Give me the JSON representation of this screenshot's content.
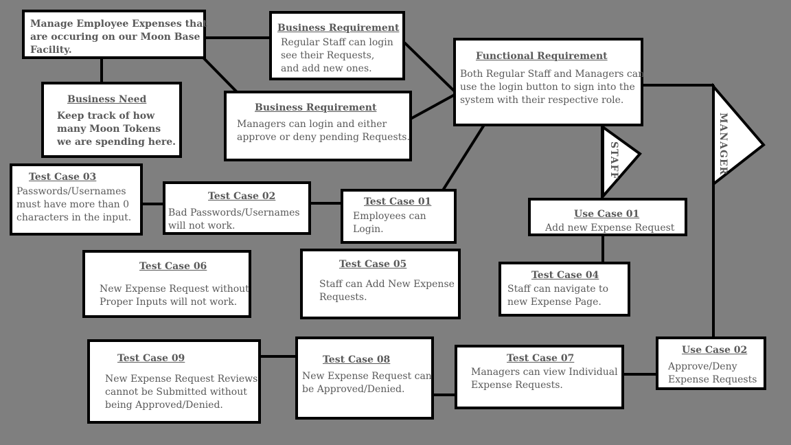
{
  "nodes": {
    "main_goal": {
      "body": [
        "Manage Employee Expenses that",
        "are occuring on our Moon Base",
        "Facility."
      ]
    },
    "business_need": {
      "title": "Business Need",
      "body": [
        "Keep track of how",
        "many Moon Tokens",
        "we are spending here."
      ]
    },
    "business_req_staff": {
      "title": "Business Requirement",
      "body": [
        "Regular Staff can login",
        "see their Requests,",
        "and add new ones."
      ]
    },
    "business_req_managers": {
      "title": "Business Requirement",
      "body": [
        "Managers can login and either",
        "approve or deny pending Requests."
      ]
    },
    "functional_req": {
      "title": "Functional Requirement",
      "body": [
        "Both Regular Staff and Managers can",
        "use the login button to sign into the",
        "system with their respective role."
      ]
    },
    "test_case_03": {
      "title": "Test Case 03",
      "body": [
        "Passwords/Usernames",
        "must have more than 0",
        "characters in the input."
      ]
    },
    "test_case_02": {
      "title": "Test Case 02",
      "body": [
        "Bad Passwords/Usernames",
        "will not work."
      ]
    },
    "test_case_01": {
      "title": "Test Case 01",
      "body": [
        "Employees can",
        "Login."
      ]
    },
    "use_case_01": {
      "title": "Use Case 01",
      "body": [
        "Add new Expense Request"
      ]
    },
    "test_case_06": {
      "title": "Test Case 06",
      "body": [
        "New Expense Request without",
        "Proper Inputs will not work."
      ]
    },
    "test_case_05": {
      "title": "Test Case 05",
      "body": [
        "Staff can Add New Expense",
        "Requests."
      ]
    },
    "test_case_04": {
      "title": "Test Case 04",
      "body": [
        "Staff can navigate to",
        "new Expense Page."
      ]
    },
    "test_case_09": {
      "title": "Test Case 09",
      "body": [
        "New Expense Request Reviews",
        "cannot be Submitted without",
        "being Approved/Denied."
      ]
    },
    "test_case_08": {
      "title": "Test Case 08",
      "body": [
        "New Expense Request can",
        "be Approved/Denied."
      ]
    },
    "test_case_07": {
      "title": "Test Case 07",
      "body": [
        "Managers can view Individual",
        "Expense Requests."
      ]
    },
    "use_case_02": {
      "title": "Use Case 02",
      "body": [
        "Approve/Deny",
        "Expense Requests"
      ]
    }
  },
  "arrows": {
    "staff": "STAFF",
    "manager": "MANAGER"
  }
}
